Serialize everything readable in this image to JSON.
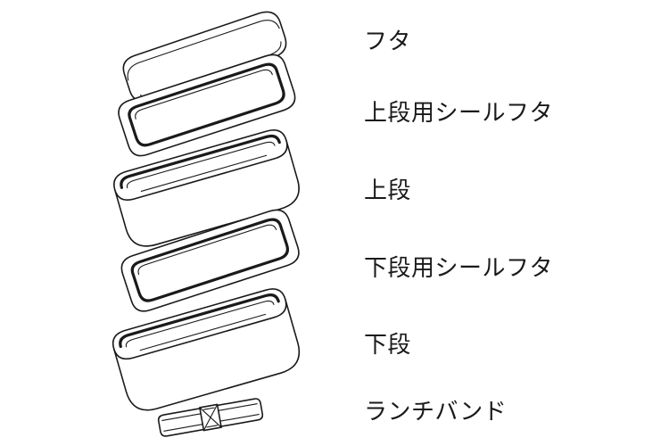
{
  "parts": [
    {
      "id": "lid",
      "label": "フタ"
    },
    {
      "id": "upper-seal-lid",
      "label": "上段用シールフタ"
    },
    {
      "id": "upper-tier",
      "label": "上段"
    },
    {
      "id": "lower-seal-lid",
      "label": "下段用シールフタ"
    },
    {
      "id": "lower-tier",
      "label": "下段"
    },
    {
      "id": "lunch-band",
      "label": "ランチバンド"
    }
  ]
}
